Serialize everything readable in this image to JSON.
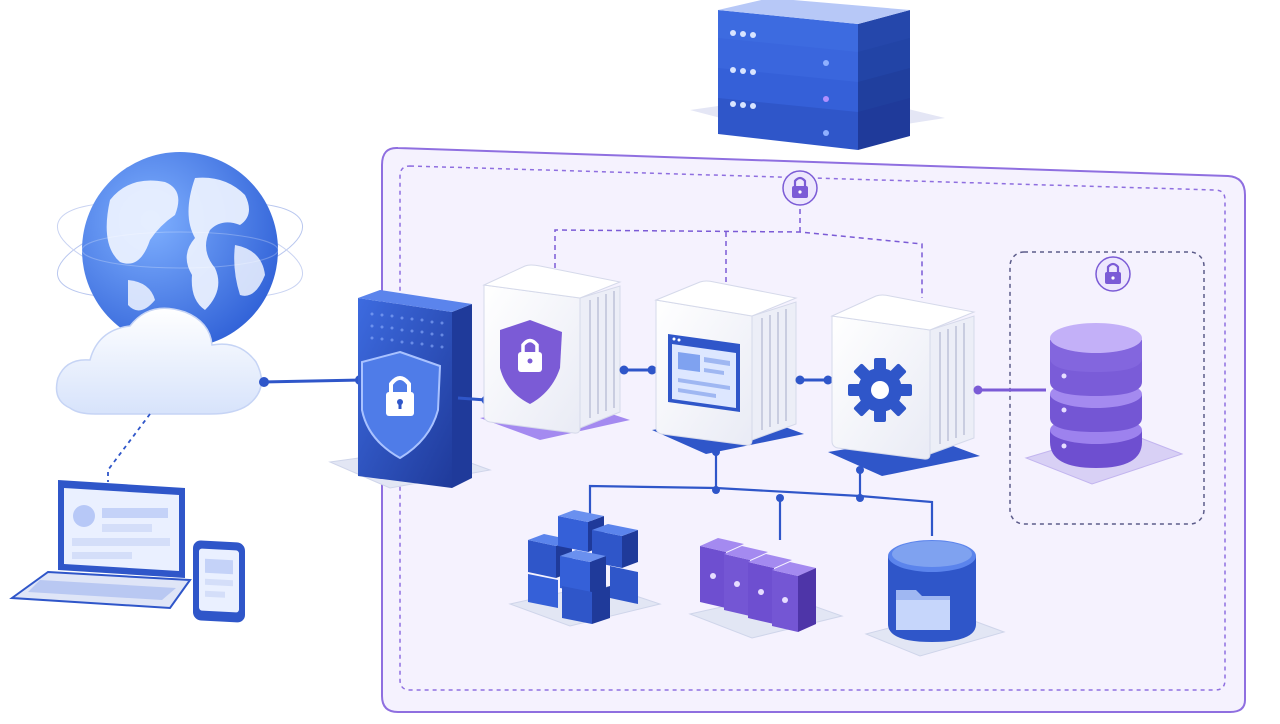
{
  "diagram": {
    "labels": [],
    "colors": {
      "blue": "#2f56c9",
      "blue_dark": "#1f3a9a",
      "blue_light": "#5b8ef0",
      "purple": "#7b5bd6",
      "purple_light": "#a48af0",
      "lavender_bg": "#f3f0fd",
      "panel_border": "#8f6fe0",
      "connector": "#2f56c9",
      "connector_purple": "#7b5bd6",
      "node_white": "#ffffff",
      "node_shadow": "#d8dcef"
    },
    "nodes": [
      {
        "id": "internet-globe",
        "icon": "globe-icon"
      },
      {
        "id": "cloud",
        "icon": "cloud-icon"
      },
      {
        "id": "client-laptop",
        "icon": "laptop-icon"
      },
      {
        "id": "client-phone",
        "icon": "smartphone-icon"
      },
      {
        "id": "firewall",
        "icon": "shield-lock-icon"
      },
      {
        "id": "security-server",
        "icon": "shield-lock-icon"
      },
      {
        "id": "web-server",
        "icon": "browser-window-icon"
      },
      {
        "id": "app-server",
        "icon": "gear-icon"
      },
      {
        "id": "database",
        "icon": "database-icon"
      },
      {
        "id": "rack-server",
        "icon": "server-rack-icon"
      },
      {
        "id": "container-blocks",
        "icon": "cubes-icon"
      },
      {
        "id": "storage-array",
        "icon": "storage-array-icon"
      },
      {
        "id": "file-storage",
        "icon": "file-storage-icon"
      }
    ],
    "locks": [
      {
        "id": "vpc-lock",
        "icon": "padlock-icon"
      },
      {
        "id": "db-lock",
        "icon": "padlock-icon"
      }
    ]
  }
}
